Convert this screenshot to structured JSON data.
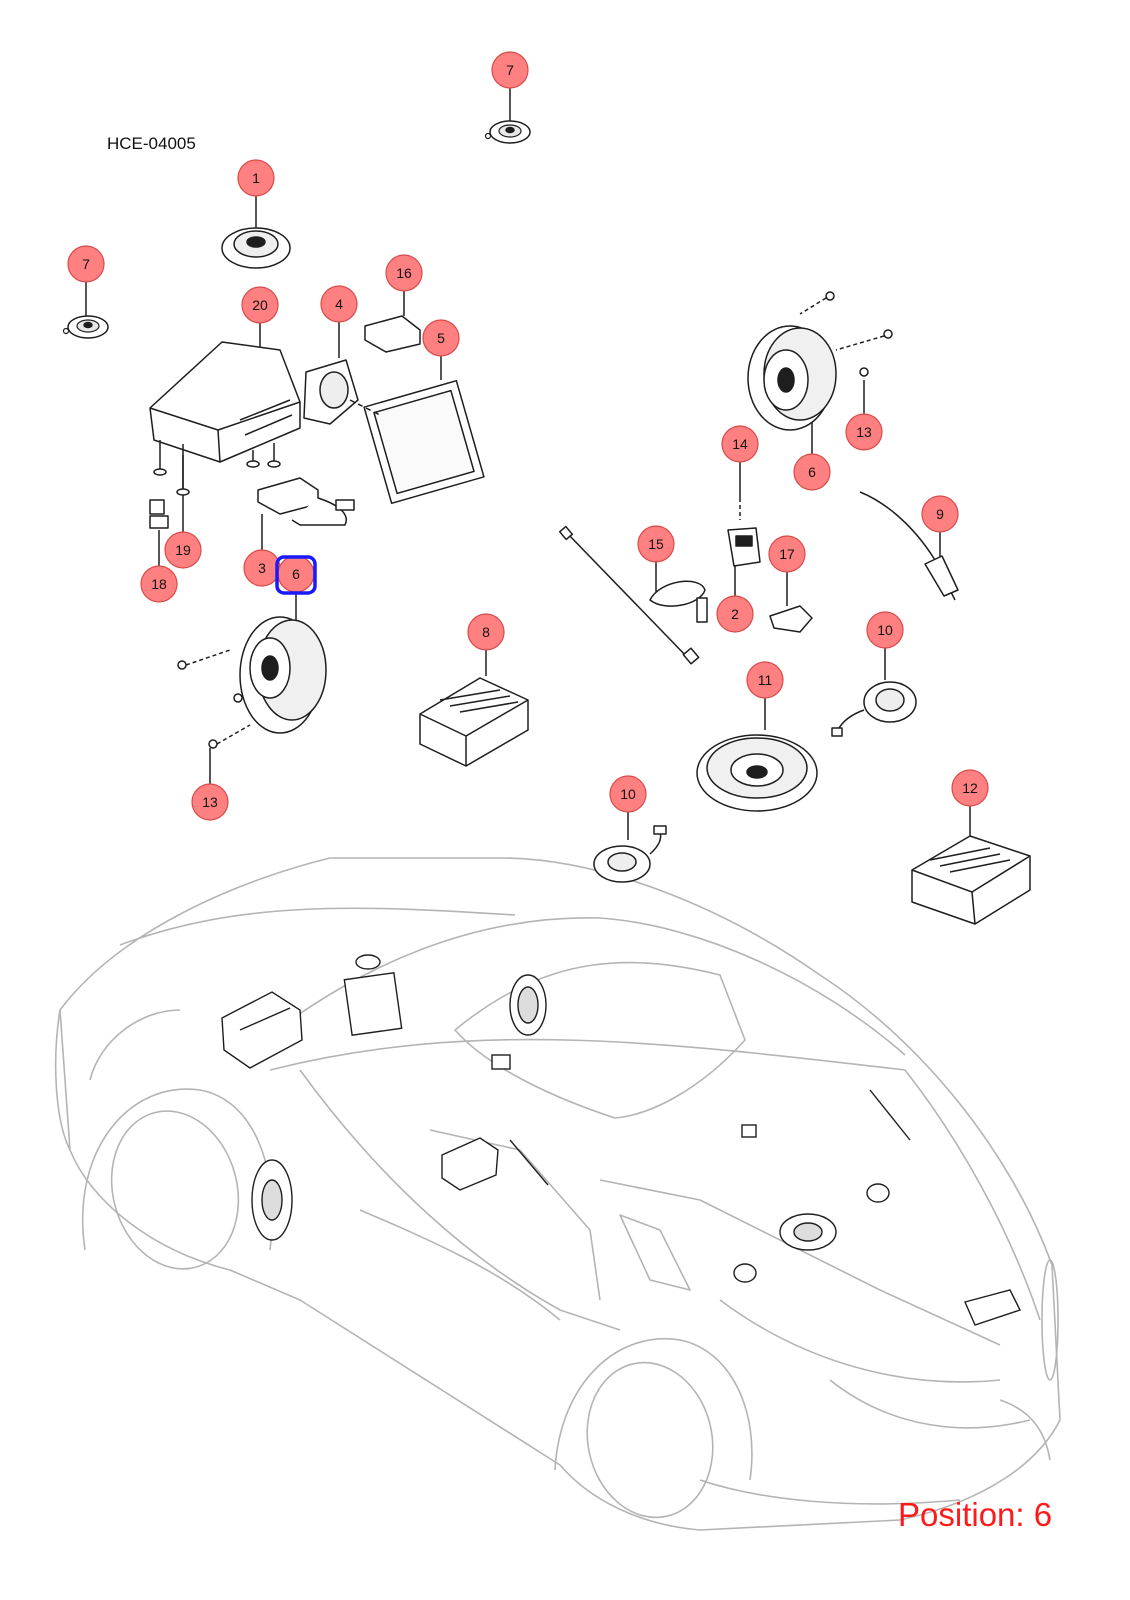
{
  "diagram": {
    "code": "HCE-04005",
    "position_label": "Position: 6",
    "selected_callout": "6",
    "callout_labels": [
      "7",
      "1",
      "7",
      "20",
      "4",
      "16",
      "5",
      "18",
      "19",
      "3",
      "6",
      "13",
      "14",
      "15",
      "2",
      "17",
      "6",
      "9",
      "13",
      "8",
      "10",
      "11",
      "10",
      "12"
    ]
  },
  "colors": {
    "callout_fill": "#ff8080",
    "callout_stroke": "#d94a4a",
    "selection_outline": "#1a1aff",
    "position_text": "#ff1a1a",
    "car_outline": "#b4b4b4",
    "part_line": "#1e1e1e"
  }
}
